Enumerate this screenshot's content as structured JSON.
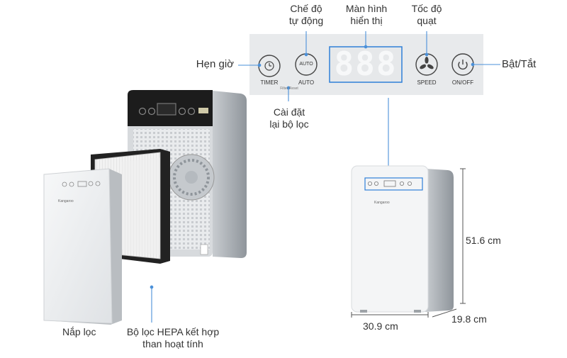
{
  "labels": {
    "timer": "Hẹn giờ",
    "auto_mode_line1": "Chế độ",
    "auto_mode_line2": "tự động",
    "display_line1": "Màn hình",
    "display_line2": "hiển thị",
    "fan_speed_line1": "Tốc độ",
    "fan_speed_line2": "quạt",
    "power": "Bật/Tắt",
    "filter_reset_line1": "Cài đặt",
    "filter_reset_line2": "lại bộ lọc",
    "cover": "Nắp lọc",
    "hepa_line1": "Bộ lọc HEPA kết hợp",
    "hepa_line2": "than hoạt tính",
    "height": "51.6 cm",
    "width": "30.9 cm",
    "depth": "19.8 cm"
  },
  "panel": {
    "timer_btn": "TIMER",
    "auto_btn_inner": "AUTO",
    "auto_btn": "AUTO",
    "speed_btn": "SPEED",
    "onoff_btn": "ON/OFF",
    "display_digits": "888",
    "filter_reset_small": "Filter Reset"
  },
  "brand": "Kangaroo",
  "colors": {
    "panel_bg": "#e8eaec",
    "display_border": "#2f7fd8",
    "display_digit": "#f3f4f5",
    "leader_line": "#4a90d9",
    "dimension_line": "#555555",
    "body_white": "#f4f5f6",
    "body_grey": "#9ea3a8",
    "top_black": "#1c1c1c"
  }
}
